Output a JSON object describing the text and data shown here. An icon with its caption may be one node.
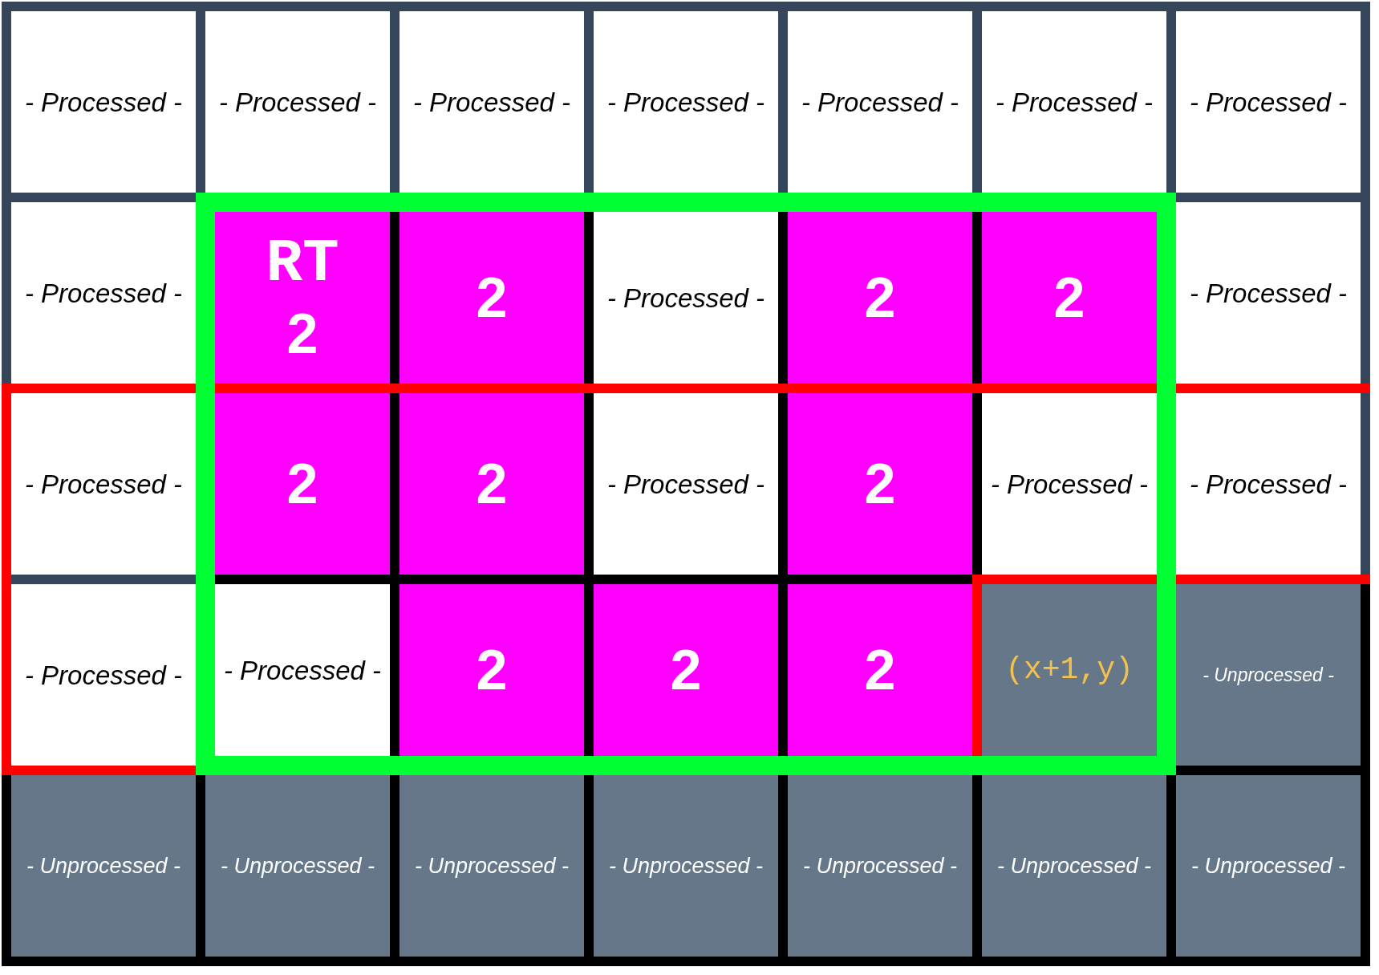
{
  "diagram": {
    "nodes": [
      {
        "text": [
          "- Processed -"
        ]
      },
      {
        "text": [
          "- Processed -"
        ]
      },
      {
        "text": [
          "- Processed -"
        ]
      },
      {
        "text": [
          "- Processed -"
        ]
      },
      {
        "text": [
          "- Processed -"
        ]
      },
      {
        "text": [
          "- Processed -"
        ]
      },
      {
        "text": [
          "- Processed -"
        ]
      },
      {
        "text": [
          "- Processed -"
        ]
      },
      {
        "text": [
          "RT",
          "2"
        ]
      },
      {
        "text": [
          "2"
        ]
      },
      {
        "text": [
          "- Processed -"
        ]
      },
      {
        "text": [
          "2"
        ]
      },
      {
        "text": [
          "2"
        ]
      },
      {
        "text": [
          "- Processed -"
        ]
      },
      {
        "text": [
          "- Processed -"
        ]
      },
      {
        "text": [
          "2"
        ]
      },
      {
        "text": [
          "2"
        ]
      },
      {
        "text": [
          "- Processed -"
        ]
      },
      {
        "text": [
          "2"
        ]
      },
      {
        "text": [
          "- Processed -"
        ]
      },
      {
        "text": [
          "- Processed -"
        ]
      },
      {
        "text": [
          "- Processed -"
        ]
      },
      {
        "text": [
          "- Processed -"
        ]
      },
      {
        "text": [
          "2"
        ]
      },
      {
        "text": [
          "2"
        ]
      },
      {
        "text": [
          "2"
        ]
      },
      {
        "text": [
          "(x+1,y)"
        ]
      },
      {
        "text": [
          "- Unprocessed -"
        ]
      },
      {
        "text": [
          "- Unprocessed -"
        ]
      },
      {
        "text": [
          "- Unprocessed -"
        ]
      },
      {
        "text": [
          "- Unprocessed -"
        ]
      },
      {
        "text": [
          "- Unprocessed -"
        ]
      },
      {
        "text": [
          "- Unprocessed -"
        ]
      },
      {
        "text": [
          "- Unprocessed -"
        ]
      },
      {
        "text": [
          "- Unprocessed -"
        ]
      }
    ]
  }
}
